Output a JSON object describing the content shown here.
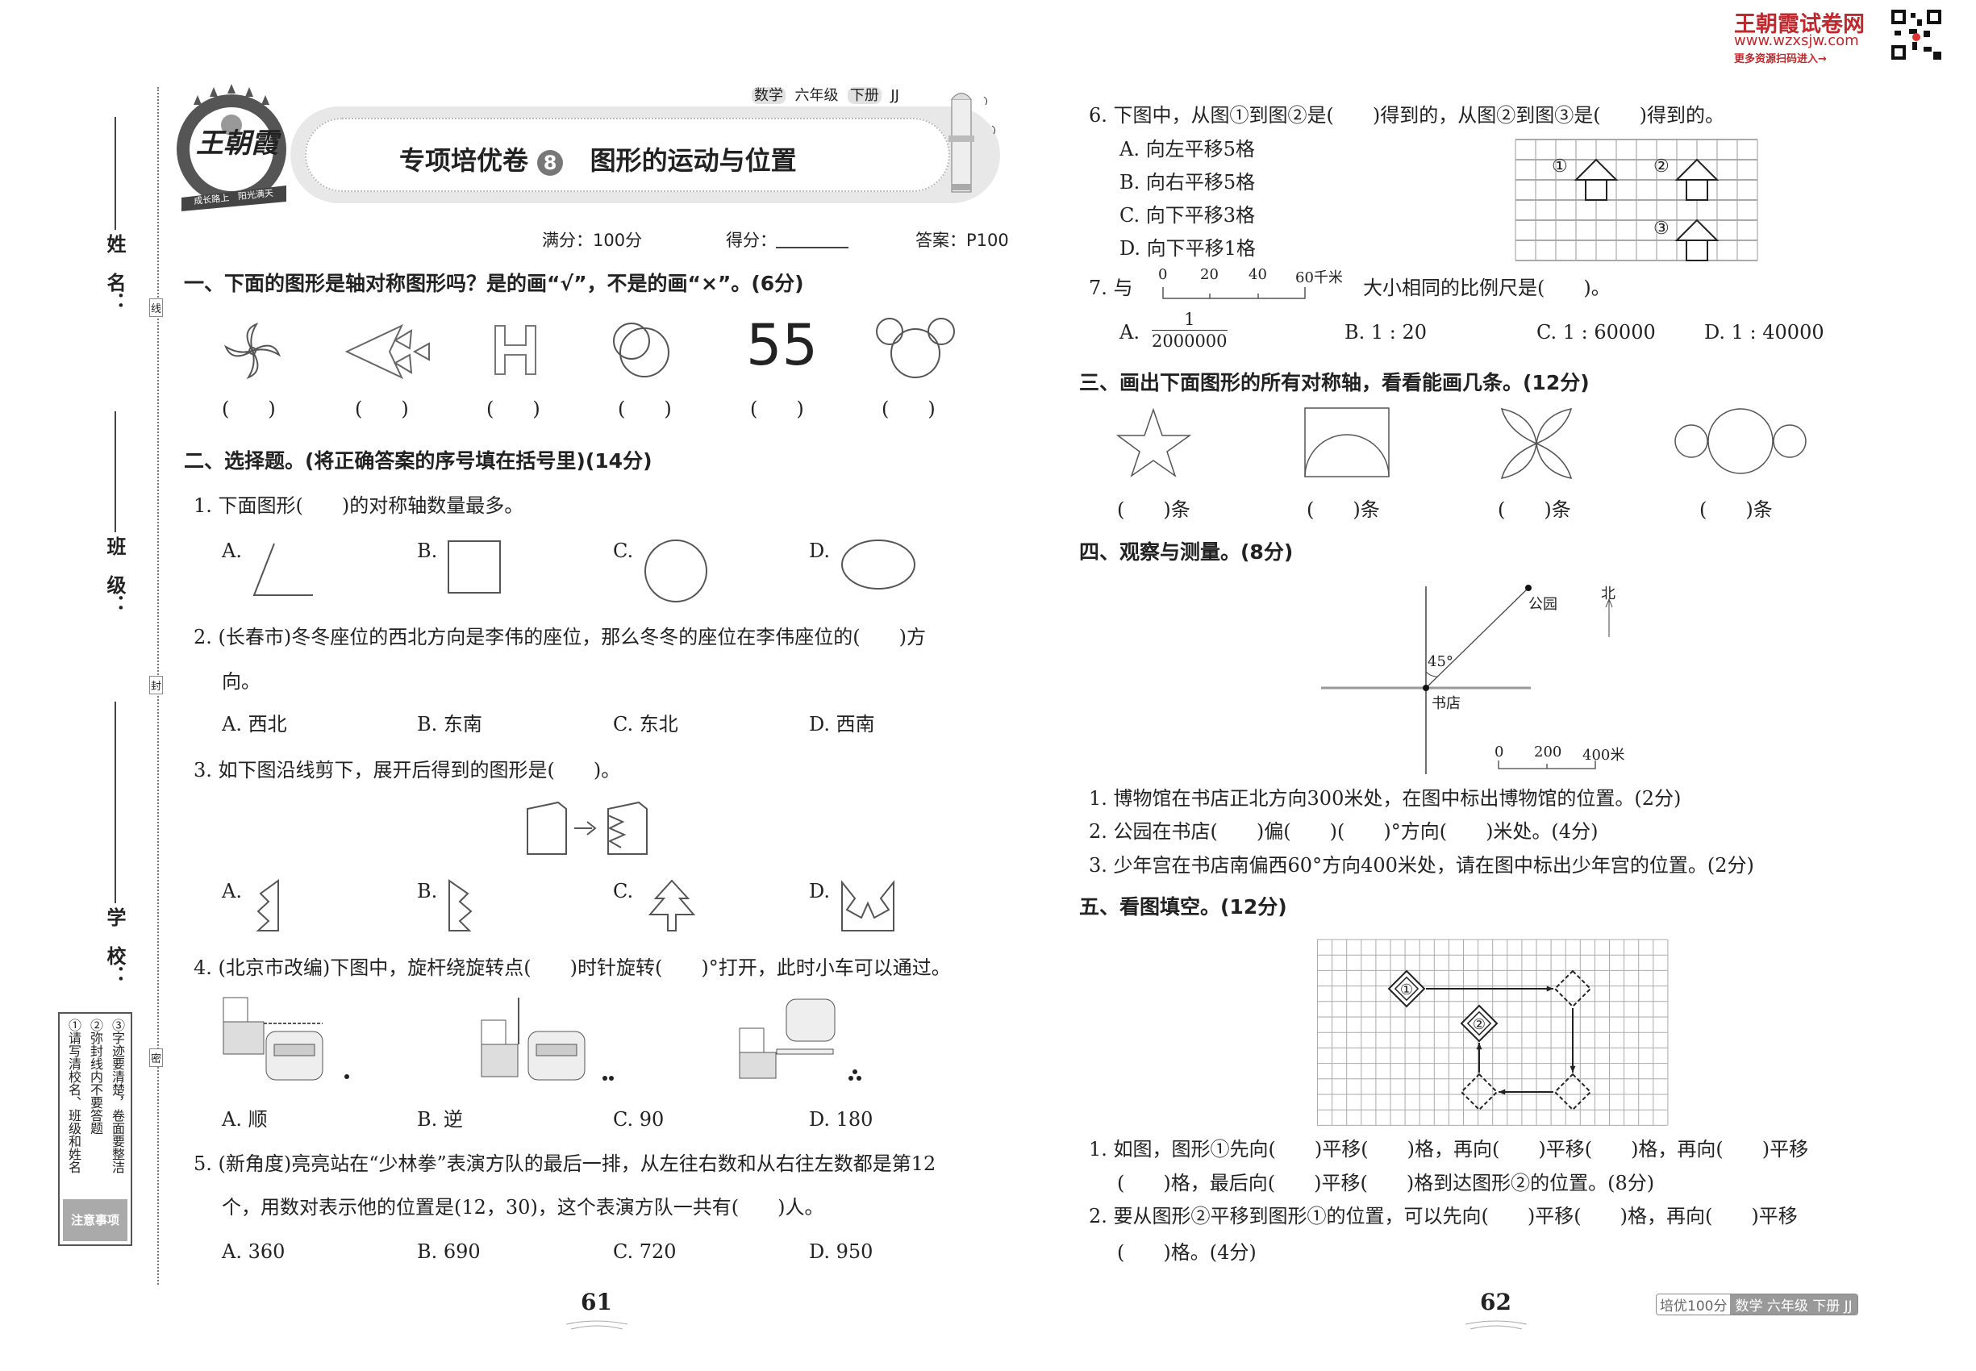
{
  "brand": {
    "name": "王朝霞试卷网",
    "url": "www.wzxsjw.com",
    "tagline": "更多资源扫码进入→"
  },
  "margin": {
    "name_label": "姓　名：",
    "class_label": "班　级：",
    "school_label": "学　校：",
    "seal_chars": [
      "线",
      "封",
      "密"
    ],
    "notice_title": "注意事项",
    "notices": [
      "①请写清校名、班级和姓名",
      "②弥封线内不要答题",
      "③字迹要清楚，卷面要整洁"
    ]
  },
  "header": {
    "logo_text": "王朝霞",
    "logo_ribbon": "成长路上　阳光满天",
    "subject": "数学",
    "grade": "六年级",
    "volume": "下册",
    "edition": "JJ",
    "title_prefix": "专项培优卷",
    "title_num": "8",
    "title": "图形的运动与位置",
    "full_score": "满分：100分",
    "score_label": "得分：",
    "answer": "答案：P100"
  },
  "s1": {
    "title": "一、下面的图形是轴对称图形吗？是的画“√”，不是的画“×”。(6分)",
    "figure_text": "55",
    "blank": "(　　)"
  },
  "s2": {
    "title": "二、选择题。(将正确答案的序号填在括号里)(14分)",
    "q1": {
      "text": "1. 下面图形(　　)的对称轴数量最多。",
      "opts": [
        "A.",
        "B.",
        "C.",
        "D."
      ]
    },
    "q2": {
      "line1": "2. (长春市)冬冬座位的西北方向是李伟的座位，那么冬冬的座位在李伟座位的(　　)方",
      "line2": "向。",
      "opts": [
        "A. 西北",
        "B. 东南",
        "C. 东北",
        "D. 西南"
      ]
    },
    "q3": {
      "text": "3. 如下图沿线剪下，展开后得到的图形是(　　)。",
      "opts": [
        "A.",
        "B.",
        "C.",
        "D."
      ]
    },
    "q4": {
      "text": "4. (北京市改编)下图中，旋杆绕旋转点(　　)时针旋转(　　)°打开，此时小车可以通过。",
      "opts": [
        "A. 顺",
        "B. 逆",
        "C. 90",
        "D. 180"
      ]
    },
    "q5": {
      "line1": "5. (新角度)亮亮站在“少林拳”表演方队的最后一排，从左往右数和从右往左数都是第12",
      "line2": "个，用数对表示他的位置是(12，30)，这个表演方队一共有(　　)人。",
      "opts": [
        "A. 360",
        "B. 690",
        "C. 720",
        "D. 950"
      ]
    }
  },
  "q6": {
    "text": "6. 下图中，从图①到图②是(　　)得到的，从图②到图③是(　　)得到的。",
    "opts": [
      "A. 向左平移5格",
      "B. 向右平移5格",
      "C. 向下平移3格",
      "D. 向下平移1格"
    ],
    "labels": [
      "①",
      "②",
      "③"
    ]
  },
  "q7": {
    "pre": "7. 与",
    "scale": [
      "0",
      "20",
      "40",
      "60千米"
    ],
    "post": "大小相同的比例尺是(　　)。",
    "optA": "A.",
    "optA_num": "1",
    "optA_den": "2000000",
    "opts": [
      "B. 1 : 20",
      "C. 1 : 60000",
      "D. 1 : 40000"
    ]
  },
  "s3": {
    "title": "三、画出下面图形的所有对称轴，看看能画几条。(12分)",
    "blank": "(　　)条"
  },
  "s4": {
    "title": "四、观察与测量。(8分)",
    "park": "公园",
    "store": "书店",
    "north": "北",
    "angle": "45°",
    "scale": [
      "0",
      "200",
      "400米"
    ],
    "q": [
      "1. 博物馆在书店正北方向300米处，在图中标出博物馆的位置。(2分)",
      "2. 公园在书店(　　)偏(　　)(　　)°方向(　　)米处。(4分)",
      "3. 少年宫在书店南偏西60°方向400米处，请在图中标出少年宫的位置。(2分)"
    ]
  },
  "s5": {
    "title": "五、看图填空。(12分)",
    "labels": [
      "①",
      "②"
    ],
    "q1a": "1. 如图，图形①先向(　　)平移(　　)格，再向(　　)平移(　　)格，再向(　　)平移",
    "q1b": "(　　)格，最后向(　　)平移(　　)格到达图形②的位置。(8分)",
    "q2a": "2. 要从图形②平移到图形①的位置，可以先向(　　)平移(　　)格，再向(　　)平移",
    "q2b": "(　　)格。(4分)"
  },
  "footer": {
    "page_left": "61",
    "page_right": "62",
    "badge_a": "培优100分",
    "badge_b": "数学 六年级 下册 JJ"
  },
  "colors": {
    "brand_red": "#c0282d",
    "gray": "#999999"
  }
}
